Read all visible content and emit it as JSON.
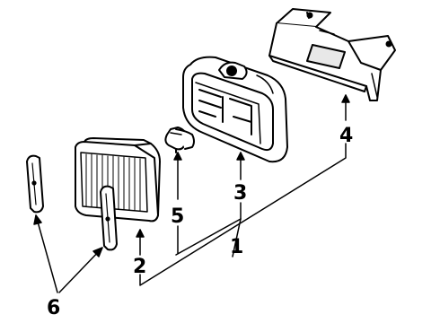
{
  "diagram": {
    "callouts": {
      "c1": "1",
      "c2": "2",
      "c3": "3",
      "c4": "4",
      "c5": "5",
      "c6": "6"
    },
    "parts": [
      {
        "id": "bracket",
        "callout": "4"
      },
      {
        "id": "housing",
        "callout": "3"
      },
      {
        "id": "bulb",
        "callout": "5"
      },
      {
        "id": "lens",
        "callout": "2"
      },
      {
        "id": "trim-strips",
        "callout": "6"
      },
      {
        "id": "lamp-assembly",
        "callout": "1"
      }
    ],
    "colors": {
      "ink": "#000000",
      "background": "#ffffff"
    }
  }
}
